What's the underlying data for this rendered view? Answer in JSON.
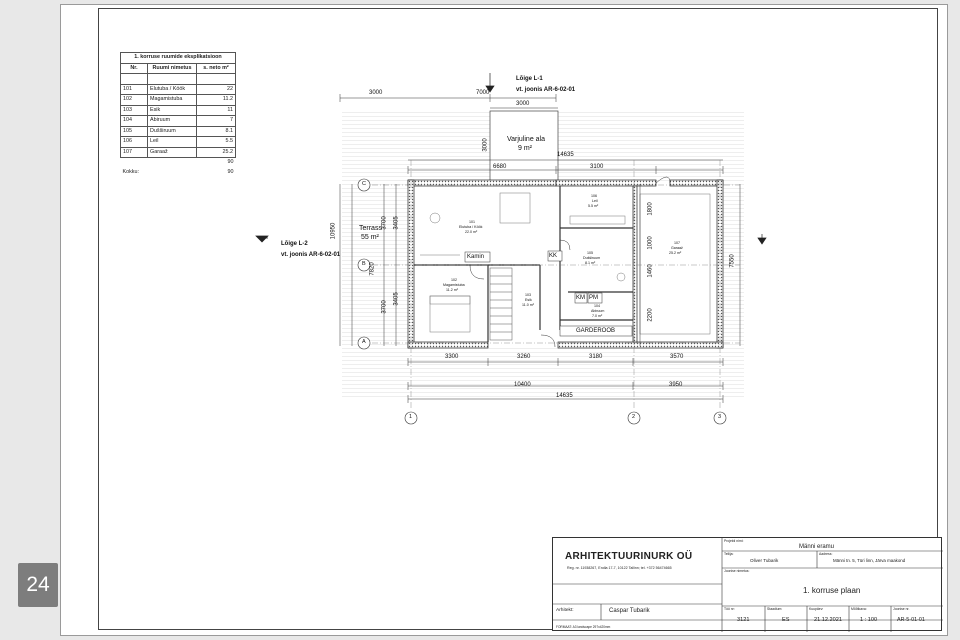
{
  "page_number": "24",
  "explication": {
    "title": "1. korruse ruumide eksplikatsioon",
    "headers": [
      "Nr.",
      "Ruumi nimetus",
      "s. neto m²"
    ],
    "rows": [
      [
        "101",
        "Elutuba / Köök",
        "22"
      ],
      [
        "102",
        "Magamistuba",
        "11.2"
      ],
      [
        "103",
        "Esik",
        "11"
      ],
      [
        "104",
        "Abiruum",
        "7"
      ],
      [
        "105",
        "Dušširuum",
        "8.1"
      ],
      [
        "106",
        "Leil",
        "5.5"
      ],
      [
        "107",
        "Garaaž",
        "25.2"
      ]
    ],
    "subtotal": "90",
    "total_label": "Kokku:",
    "total": "90"
  },
  "plan": {
    "section_l1": "Lõige L-1",
    "section_l1_ref": "vt. joonis AR-6-02-01",
    "section_l2": "Lõige L-2",
    "section_l2_ref": "vt. joonis AR-6-02-01",
    "canopy": "Varjuline ala",
    "canopy_area": "9 m²",
    "terrace": "Terrass",
    "terrace_area": "55 m²",
    "dims": {
      "top_3000_left": "3000",
      "top_7000": "7000",
      "top_3000_right": "3000",
      "top_3000_vert": "3000",
      "top_14635": "14635",
      "top_6680": "6680",
      "top_3100": "3100",
      "left_10950": "10950",
      "left_3700a": "3700",
      "left_3405a": "3405",
      "left_7820": "7820",
      "left_3700b": "3700",
      "left_3405b": "3405",
      "right_1800": "1800",
      "right_1000": "1000",
      "right_1460": "1460",
      "right_2200": "2200",
      "right_7550": "7550",
      "bot_3300": "3300",
      "bot_3260": "3260",
      "bot_3180": "3180",
      "bot_3570": "3570",
      "bot_10400": "10400",
      "bot_3950": "3950",
      "bot_14635": "14635"
    },
    "grid_rows": [
      "C",
      "B",
      "A"
    ],
    "grid_cols": [
      "1",
      "2",
      "3"
    ],
    "rooms": {
      "r101": "101\nElutuba / Köök\n22.0 m²",
      "r101_nr": "101",
      "r101_name": "Elutuba / Köök",
      "r101_area": "22.0 m²",
      "r102_nr": "102",
      "r102_name": "Magamistuba",
      "r102_area": "11.2 m²",
      "r103_nr": "103",
      "r103_name": "Esik",
      "r103_area": "11.0 m²",
      "r104_nr": "104",
      "r104_name": "Abiruum",
      "r104_area": "7.0 m²",
      "r105_nr": "105",
      "r105_name": "Dušširuum",
      "r105_area": "8.1 m²",
      "r106_nr": "106",
      "r106_name": "Leil",
      "r106_area": "5.5 m²",
      "r107_nr": "107",
      "r107_name": "Garaaž",
      "r107_area": "25.2 m²"
    },
    "tags": {
      "kamin": "Kamin",
      "kk": "KK",
      "km": "KM",
      "pm": "PM",
      "garderoob": "GARDEROOB"
    }
  },
  "title_block": {
    "company": "ARHITEKTUURINURK OÜ",
    "company_info": "Reg. nr. 11938267, Endla 17-7, 10122 Tallinn; tel. +372 56474665",
    "project_label": "Projekti nimi:",
    "project_name": "Männi eramu",
    "client_label": "Tellija:",
    "client_name": "Oliver Tubarik",
    "address_label": "Aadress:",
    "address": "Männi tn. 5, Türi linn, Järva maakond",
    "drawing_label": "Joonise nimetus:",
    "drawing_name": "1. korruse plaan",
    "architect_label": "Arhitekt:",
    "architect_name": "Caspar Tubarik",
    "work_label": "Töö nr:",
    "work_no": "3121",
    "stage_label": "Staadium:",
    "stage": "ES",
    "date_label": "Kuupäev:",
    "date": "21.12.2021",
    "scale_label": "Mõõtkava:",
    "scale": "1 : 100",
    "sheet_label": "Joonise nr.",
    "sheet_no": "AR-5-01-01",
    "format": "FORMAAT: A3 landscape 297x420mm"
  }
}
